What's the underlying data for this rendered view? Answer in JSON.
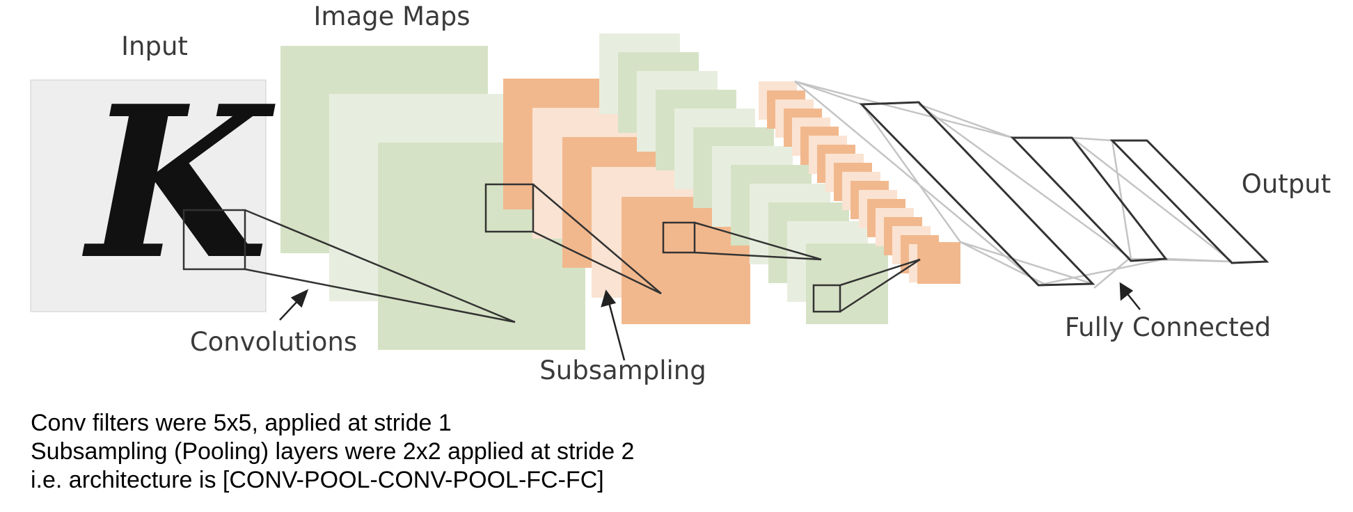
{
  "labels": {
    "input": "Input",
    "image_maps": "Image Maps",
    "output": "Output",
    "convolutions": "Convolutions",
    "subsampling": "Subsampling",
    "fully_connected": "Fully Connected"
  },
  "input_glyph": "K",
  "notes": [
    "Conv filters were 5x5, applied at stride 1",
    "Subsampling (Pooling) layers were 2x2 applied at stride 2",
    "i.e. architecture is [CONV-POOL-CONV-POOL-FC-FC]"
  ],
  "colors": {
    "input_bg": "#eeeeee",
    "green_dark": "#d6e2c5",
    "green_light": "#e8eedf",
    "orange_dark": "#f2b88d",
    "orange_light": "#fae3d2",
    "line": "#333333",
    "fc_line": "#c4c4c4"
  }
}
